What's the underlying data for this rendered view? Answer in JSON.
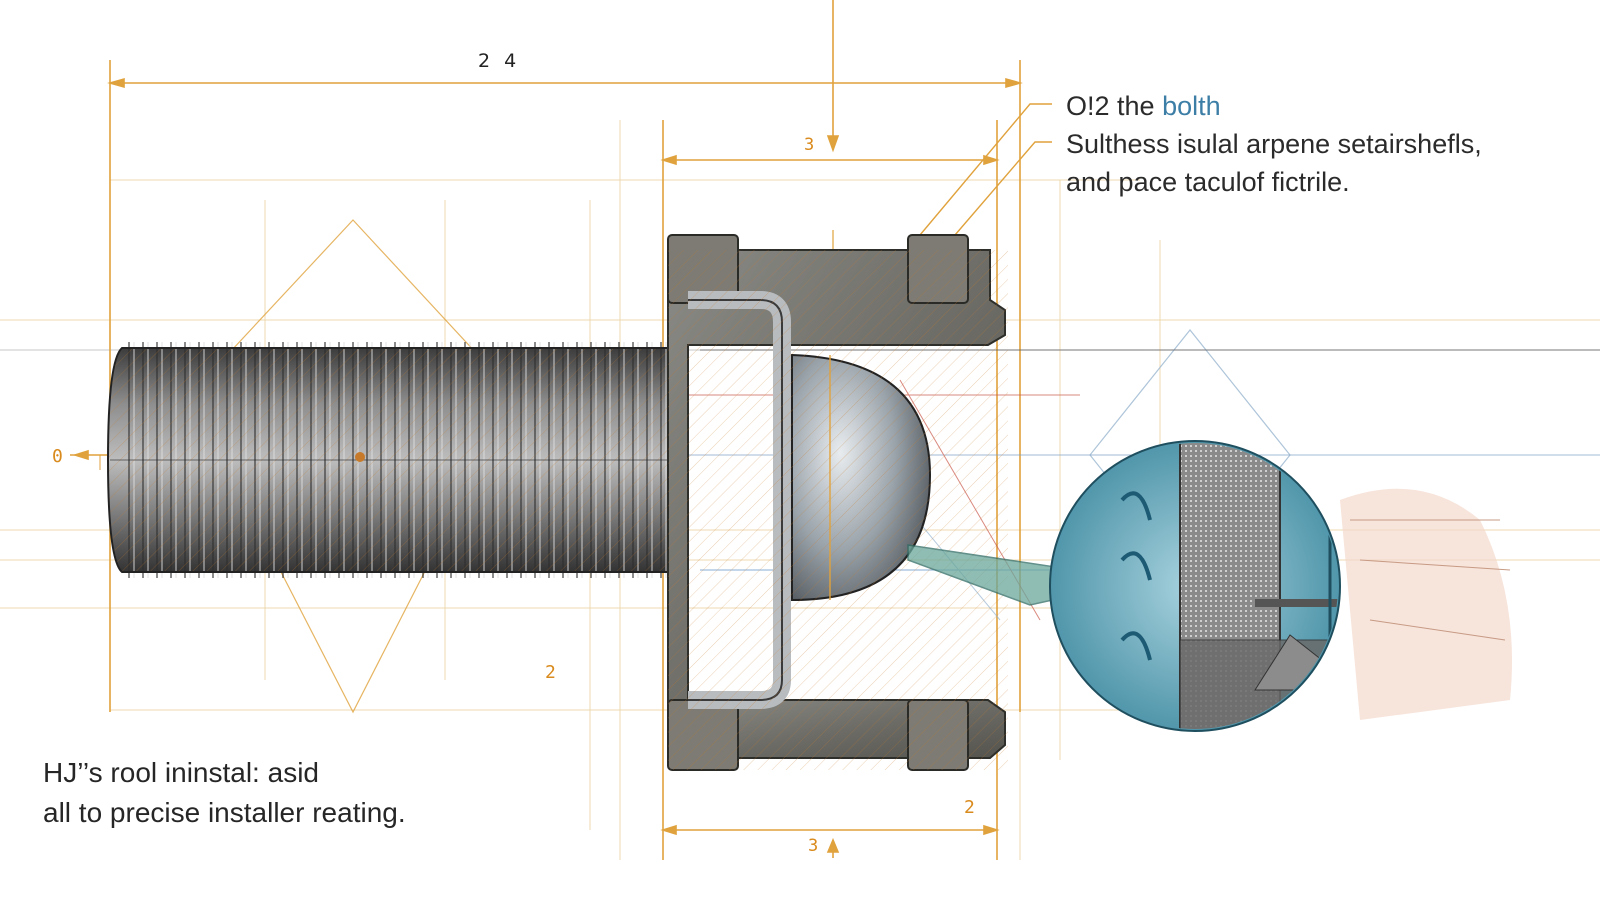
{
  "colors": {
    "dimension_line": "#e0a23c",
    "bolt_metal": "#6c6c6c",
    "accent_blue": "#3d7ea6",
    "rust": "#c77a2a",
    "detail_teal": "#4f93a8"
  },
  "dimensions": {
    "top": "2 4",
    "inner_top": "3",
    "inner_bottom": "3",
    "left_mid": "2",
    "right_bottom": "2",
    "left_axis": "0"
  },
  "callout": {
    "line1_prefix": "O!2 the ",
    "line1_accent": "bolth",
    "line2": "Sulthess isulal arpene setairshefls,",
    "line3": "and pace taculof fictrile."
  },
  "caption": {
    "line1": "HJ’’s rool ininstal: asid",
    "line2": "all to precise installer reating."
  }
}
